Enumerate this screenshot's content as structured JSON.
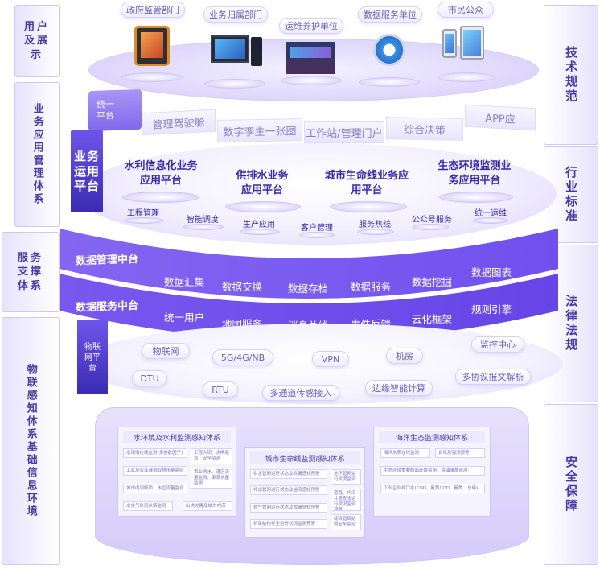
{
  "left_labels": [
    "用户及展示",
    "业务应用管理体系",
    "服务支撑体系",
    "物联感知体系基础信息环境"
  ],
  "right_labels": [
    "技术规范",
    "行业标准",
    "法律法规",
    "安全保障"
  ],
  "users": [
    "政府监管部门",
    "业务归属部门",
    "运维养护单位",
    "数据服务单位",
    "市民公众"
  ],
  "user_icons": [
    "rugged-tablet-icon",
    "desktop-computer-icon",
    "control-room-icon",
    "web-browser-icon",
    "phone-tablet-icon"
  ],
  "unified_platform": {
    "label": "统一平台",
    "items": [
      "管理驾驶舱",
      "数字孪生一张图",
      "工作站/管理门户",
      "综合决策",
      "APP应"
    ]
  },
  "business_platform": {
    "label": "业务运用平台",
    "apps": [
      "水利信息化业务应用平台",
      "供排水业务应用平台",
      "城市生命线业务应用平台",
      "生态环境监测业务应用平台"
    ],
    "functions": [
      "工程管理",
      "智能调度",
      "生产应用",
      "客户管理",
      "服务热线",
      "公众号服务",
      "统一运维"
    ]
  },
  "data_management": {
    "label": "数据管理中台",
    "items": [
      "数据汇集",
      "数据交换",
      "数据存档",
      "数据服务",
      "数据挖掘",
      "数据图表"
    ]
  },
  "data_service": {
    "label": "数据服务中台",
    "items": [
      "统一用户",
      "地图服务",
      "消息总线",
      "事件反馈",
      "云化框架",
      "规则引擎"
    ]
  },
  "iot_platform": {
    "label": "物联网平台",
    "items": [
      "物联网",
      "5G/4G/NB",
      "VPN",
      "机房",
      "监控中心",
      "DTU",
      "RTU",
      "多通道传感接入",
      "边缘智能计算",
      "多协议报文解析"
    ]
  },
  "perception": [
    {
      "title": "水环境及水利监测感知体系",
      "items": [
        "水雨情在线监测(多参数因子)",
        "工程大坝、水闸堰坝、安全监测",
        "工业及农业灌溉取排水量监测",
        "农业用水、灌区流量监测、渠系水量监测",
        "城市内河断面、水位流量监测",
        "水文气象雨水情监测",
        "山洪灾害及城市内涝"
      ]
    },
    {
      "title": "城市生命线监测感知体系",
      "items": [
        "供水管网运行状态及泄漏感知预警",
        "地下管网运行状况监测",
        "排水管网运行状态及溢流感知预警",
        "道路、内涝井盖安全运行状况监测预警",
        "燃气管网运行状态及泄漏感知预警",
        "综合管廊结构安全监测",
        "桥梁结构安全运行状况监测预警"
      ]
    },
    {
      "title": "海洋生态监测感知体系",
      "items": [
        "海洋水质在线监测",
        "台风及海浪预警",
        "生态环境重要断面环境监测、溢油事故追溯",
        "工业企业排口水(COD、氨氮COD、氨氮、总磷)"
      ]
    }
  ],
  "colors": {
    "primary_purple": "#5b3fd6",
    "banner_purple": "#6d4ef0",
    "light_lavender": "#eae6fd"
  }
}
